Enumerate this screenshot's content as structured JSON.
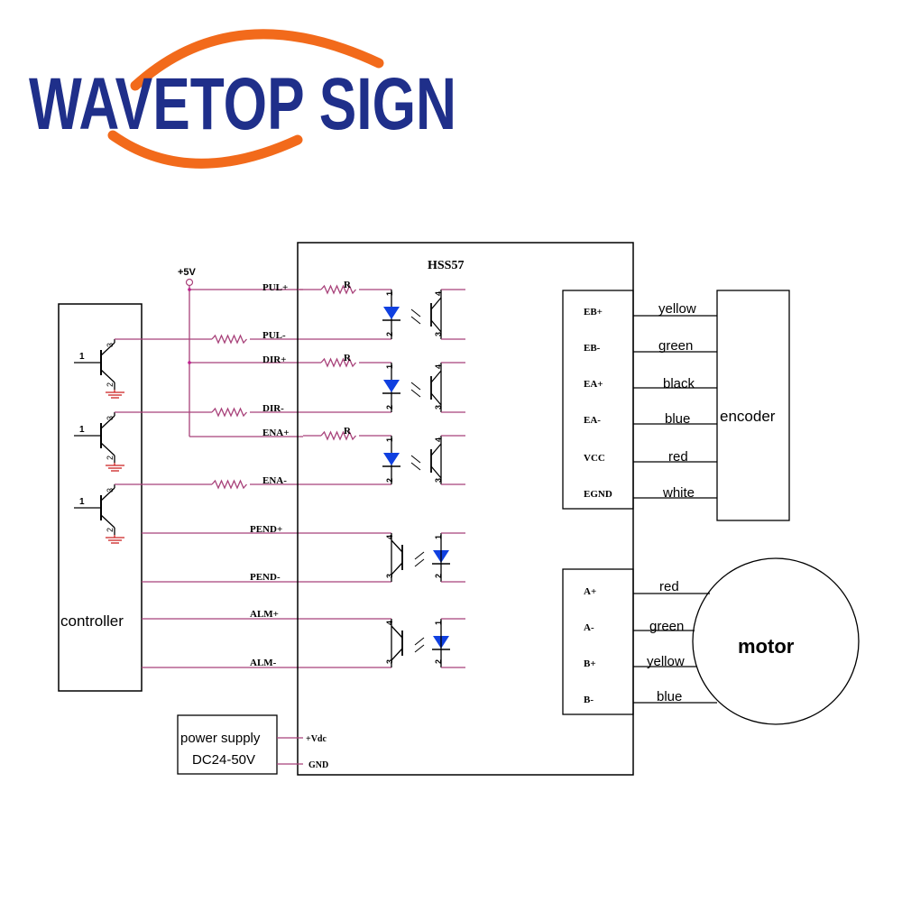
{
  "logo": {
    "text": "WAVETOP SIGN",
    "text_color": "#1f2f8a",
    "arc_color": "#f26a1b"
  },
  "colors": {
    "wire": "#a8427a",
    "line": "#000000",
    "led": "#1040e0",
    "ground": "#cc2222"
  },
  "supply": {
    "label": "+5V"
  },
  "driver": {
    "title": "HSS57"
  },
  "controller": {
    "label": "controller"
  },
  "transistors": {
    "base_pin": "1",
    "collector_pin": "3",
    "emitter_pin": "2"
  },
  "resistor_label": "R",
  "input_signals": {
    "pul_plus": "PUL+",
    "pul_minus": "PUL-",
    "dir_plus": "DIR+",
    "dir_minus": "DIR-",
    "ena_plus": "ENA+",
    "ena_minus": "ENA-"
  },
  "output_signals": {
    "pend_plus": "PEND+",
    "pend_minus": "PEND-",
    "alm_plus": "ALM+",
    "alm_minus": "ALM-"
  },
  "optocoupler_pins": {
    "p1": "1",
    "p2": "2",
    "p3": "3",
    "p4": "4"
  },
  "encoder": {
    "label": "encoder",
    "pins": [
      {
        "name": "EB+",
        "wire": "yellow"
      },
      {
        "name": "EB-",
        "wire": "green"
      },
      {
        "name": "EA+",
        "wire": "black"
      },
      {
        "name": "EA-",
        "wire": "blue"
      },
      {
        "name": "VCC",
        "wire": "red"
      },
      {
        "name": "EGND",
        "wire": "white"
      }
    ]
  },
  "motor": {
    "label": "motor",
    "pins": [
      {
        "name": "A+",
        "wire": "red"
      },
      {
        "name": "A-",
        "wire": "green"
      },
      {
        "name": "B+",
        "wire": "yellow"
      },
      {
        "name": "B-",
        "wire": "blue"
      }
    ]
  },
  "power_supply": {
    "line1": "power supply",
    "line2": "DC24-50V",
    "vdc": "+Vdc",
    "gnd": "GND"
  }
}
